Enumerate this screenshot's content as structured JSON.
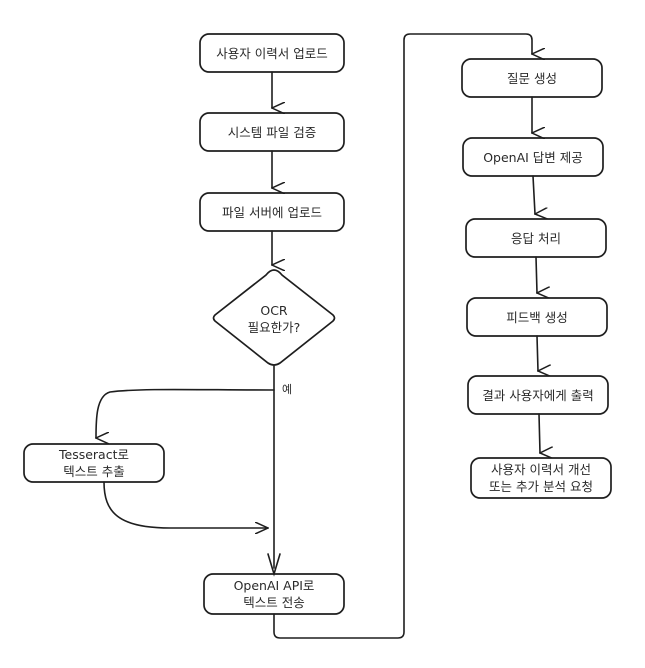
{
  "diagram": {
    "type": "flowchart",
    "nodes": [
      {
        "id": "upload_resume",
        "shape": "rounded-rect",
        "label": "사용자 이력서 업로드"
      },
      {
        "id": "validate_file",
        "shape": "rounded-rect",
        "label": "시스템 파일 검증"
      },
      {
        "id": "upload_server",
        "shape": "rounded-rect",
        "label": "파일 서버에 업로드"
      },
      {
        "id": "ocr_needed",
        "shape": "diamond",
        "label": "OCR\n필요한가?"
      },
      {
        "id": "tesseract",
        "shape": "rounded-rect",
        "label": "Tesseract로\n텍스트 추출"
      },
      {
        "id": "send_openai",
        "shape": "rounded-rect",
        "label": "OpenAI API로\n텍스트 전송"
      },
      {
        "id": "gen_questions",
        "shape": "rounded-rect",
        "label": "질문 생성"
      },
      {
        "id": "openai_answer",
        "shape": "rounded-rect",
        "label": "OpenAI 답변 제공"
      },
      {
        "id": "process_response",
        "shape": "rounded-rect",
        "label": "응답 처리"
      },
      {
        "id": "gen_feedback",
        "shape": "rounded-rect",
        "label": "피드백 생성"
      },
      {
        "id": "output_result",
        "shape": "rounded-rect",
        "label": "결과 사용자에게 출력"
      },
      {
        "id": "improve_request",
        "shape": "rounded-rect",
        "label": "사용자 이력서 개선\n또는 추가 분석 요청"
      }
    ],
    "edges": [
      {
        "from": "upload_resume",
        "to": "validate_file",
        "label": ""
      },
      {
        "from": "validate_file",
        "to": "upload_server",
        "label": ""
      },
      {
        "from": "upload_server",
        "to": "ocr_needed",
        "label": ""
      },
      {
        "from": "ocr_needed",
        "to": "tesseract",
        "label": "예"
      },
      {
        "from": "ocr_needed",
        "to": "send_openai",
        "label": ""
      },
      {
        "from": "tesseract",
        "to": "send_openai",
        "label": ""
      },
      {
        "from": "send_openai",
        "to": "gen_questions",
        "label": ""
      },
      {
        "from": "gen_questions",
        "to": "openai_answer",
        "label": ""
      },
      {
        "from": "openai_answer",
        "to": "process_response",
        "label": ""
      },
      {
        "from": "process_response",
        "to": "gen_feedback",
        "label": ""
      },
      {
        "from": "gen_feedback",
        "to": "output_result",
        "label": ""
      },
      {
        "from": "output_result",
        "to": "improve_request",
        "label": ""
      }
    ],
    "colors": {
      "stroke": "#1e1e1e",
      "fill": "#ffffff",
      "text": "#2a2a2a"
    }
  }
}
